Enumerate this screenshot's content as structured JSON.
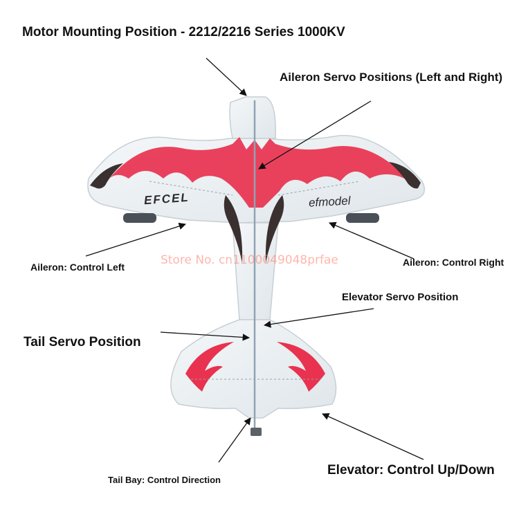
{
  "labels": {
    "motor": "Motor Mounting Position - 2212/2216 Series 1000KV",
    "aileron_servo": "Aileron Servo Positions (Left and Right)",
    "aileron_left": "Aileron: Control Left",
    "aileron_right": "Aileron: Control Right",
    "elevator_servo": "Elevator Servo Position",
    "tail_servo": "Tail Servo Position",
    "tail_bay": "Tail Bay: Control Direction",
    "elevator_control": "Elevator: Control Up/Down"
  },
  "wing_text": {
    "left": "EFCEL",
    "right": "efmodel"
  },
  "watermark": "Store No. cn1100049048prfae",
  "colors": {
    "foam": "#e9eef2",
    "accent_red": "#e8324f",
    "dark": "#3a3030",
    "arrow": "#111111"
  }
}
